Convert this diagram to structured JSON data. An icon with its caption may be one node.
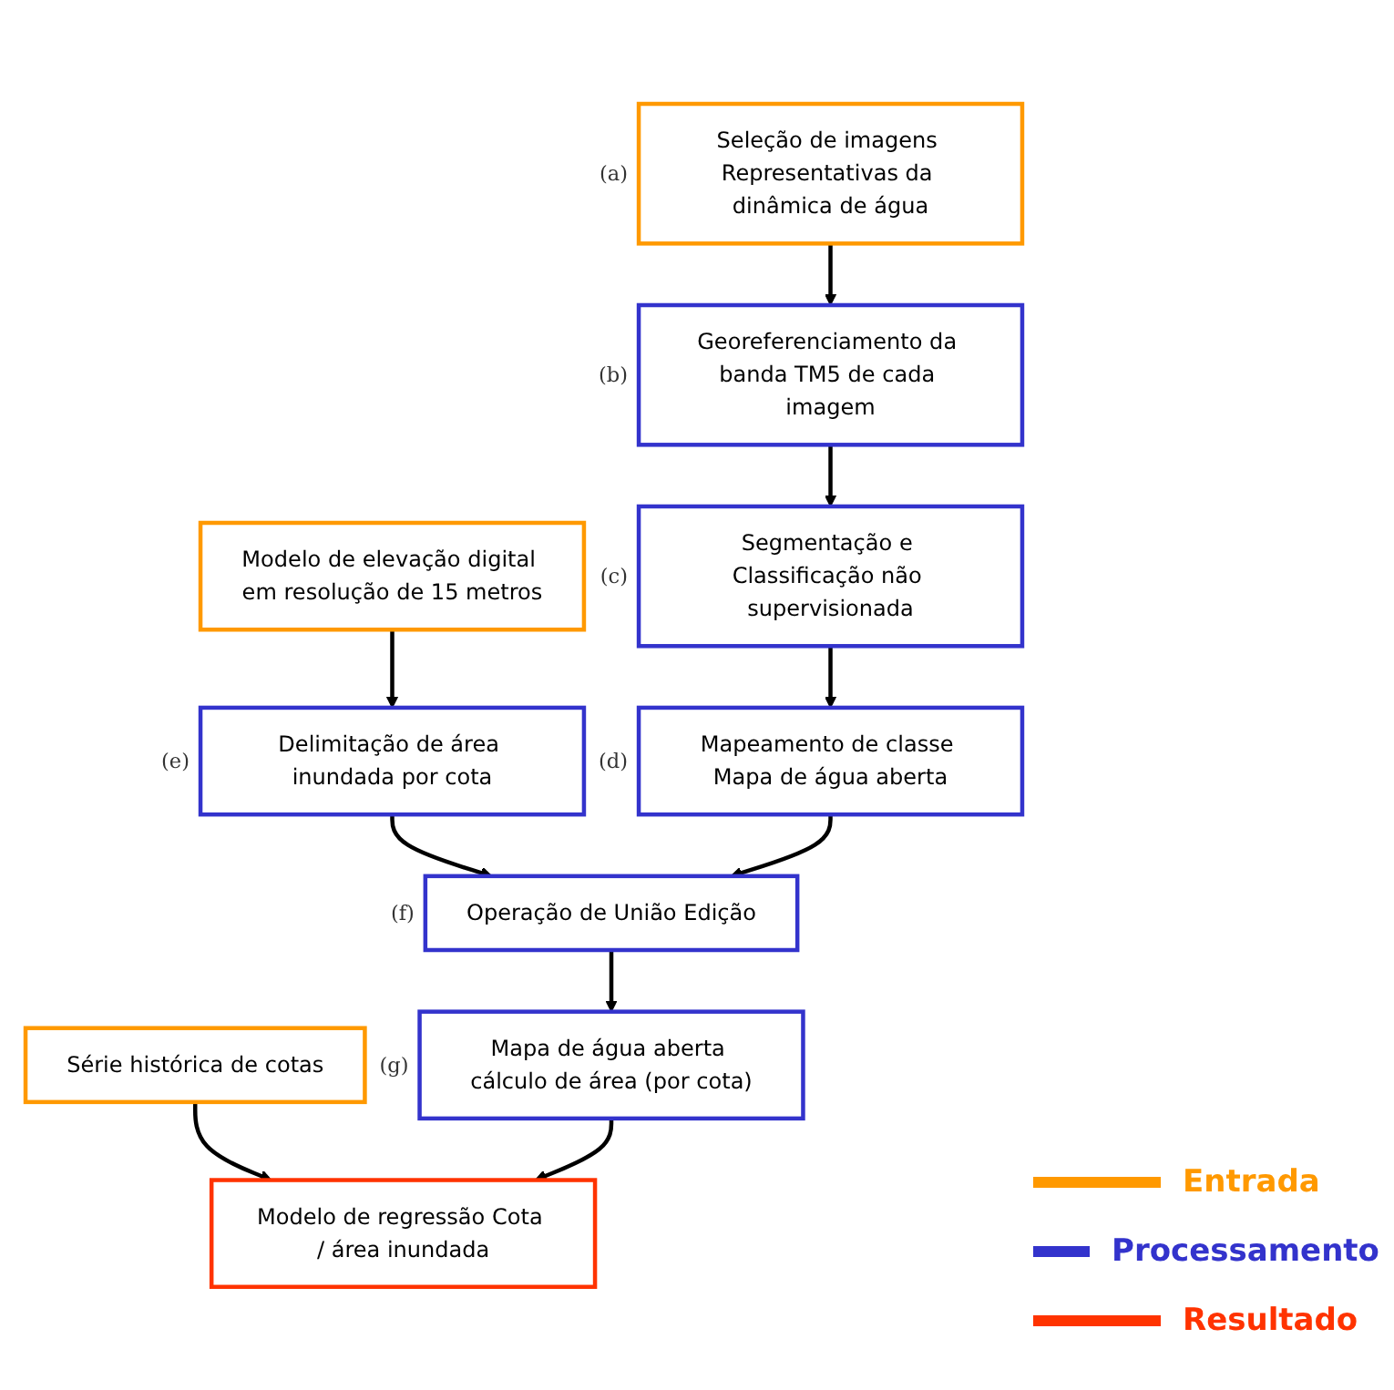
{
  "diagram": {
    "nodes": [
      {
        "text": [
          "Seleção de imagens Representativas da dinâmica de água"
        ],
        "beside": [
          "(a)"
        ]
      },
      {
        "text": [
          "Modelo de elevação digital em resolução de 15 metros"
        ]
      },
      {
        "text": [
          "Georeferenciamento da banda TM5 de cada imagem"
        ],
        "beside": [
          "(b)"
        ]
      },
      {
        "text": [
          "Delimitação de área inundada por cota"
        ],
        "beside": [
          "(e)"
        ]
      },
      {
        "text": [
          "Segmentação e Classificação não supervisionada"
        ],
        "beside": [
          "(c)"
        ]
      },
      {
        "text": [
          "Mapeamento de classe Mapa de água aberta"
        ],
        "beside": [
          "(d)"
        ]
      },
      {
        "text": [
          "Operação de União Edição"
        ],
        "beside": [
          "(f)"
        ]
      },
      {
        "text": [
          "Série histórica de cotas"
        ]
      },
      {
        "text": [
          "Mapa de água aberta cálculo de área (por cota)"
        ],
        "beside": [
          "(g)"
        ]
      },
      {
        "text": [
          "Modelo de regressão Cota / área inundada"
        ]
      }
    ],
    "edges": [
      {
        "from": 0,
        "to": 2,
        "arrow": "to"
      },
      {
        "from": 2,
        "to": 4,
        "arrow": "to"
      },
      {
        "from": 4,
        "to": 5,
        "arrow": "to"
      },
      {
        "from": 1,
        "to": 3,
        "arrow": "to"
      },
      {
        "from": 3,
        "to": 6,
        "arrow": "to"
      },
      {
        "from": 5,
        "to": 6,
        "arrow": "to"
      },
      {
        "from": 6,
        "to": 8,
        "arrow": "to"
      },
      {
        "from": 7,
        "to": 9,
        "arrow": "to"
      },
      {
        "from": 8,
        "to": 9,
        "arrow": "to"
      }
    ],
    "legend": [
      {
        "text": "Entrada",
        "color": "#ff9900"
      },
      {
        "text": "Processamento",
        "color": "#3333cc"
      },
      {
        "text": "Resultado",
        "color": "#ff3300"
      }
    ]
  }
}
